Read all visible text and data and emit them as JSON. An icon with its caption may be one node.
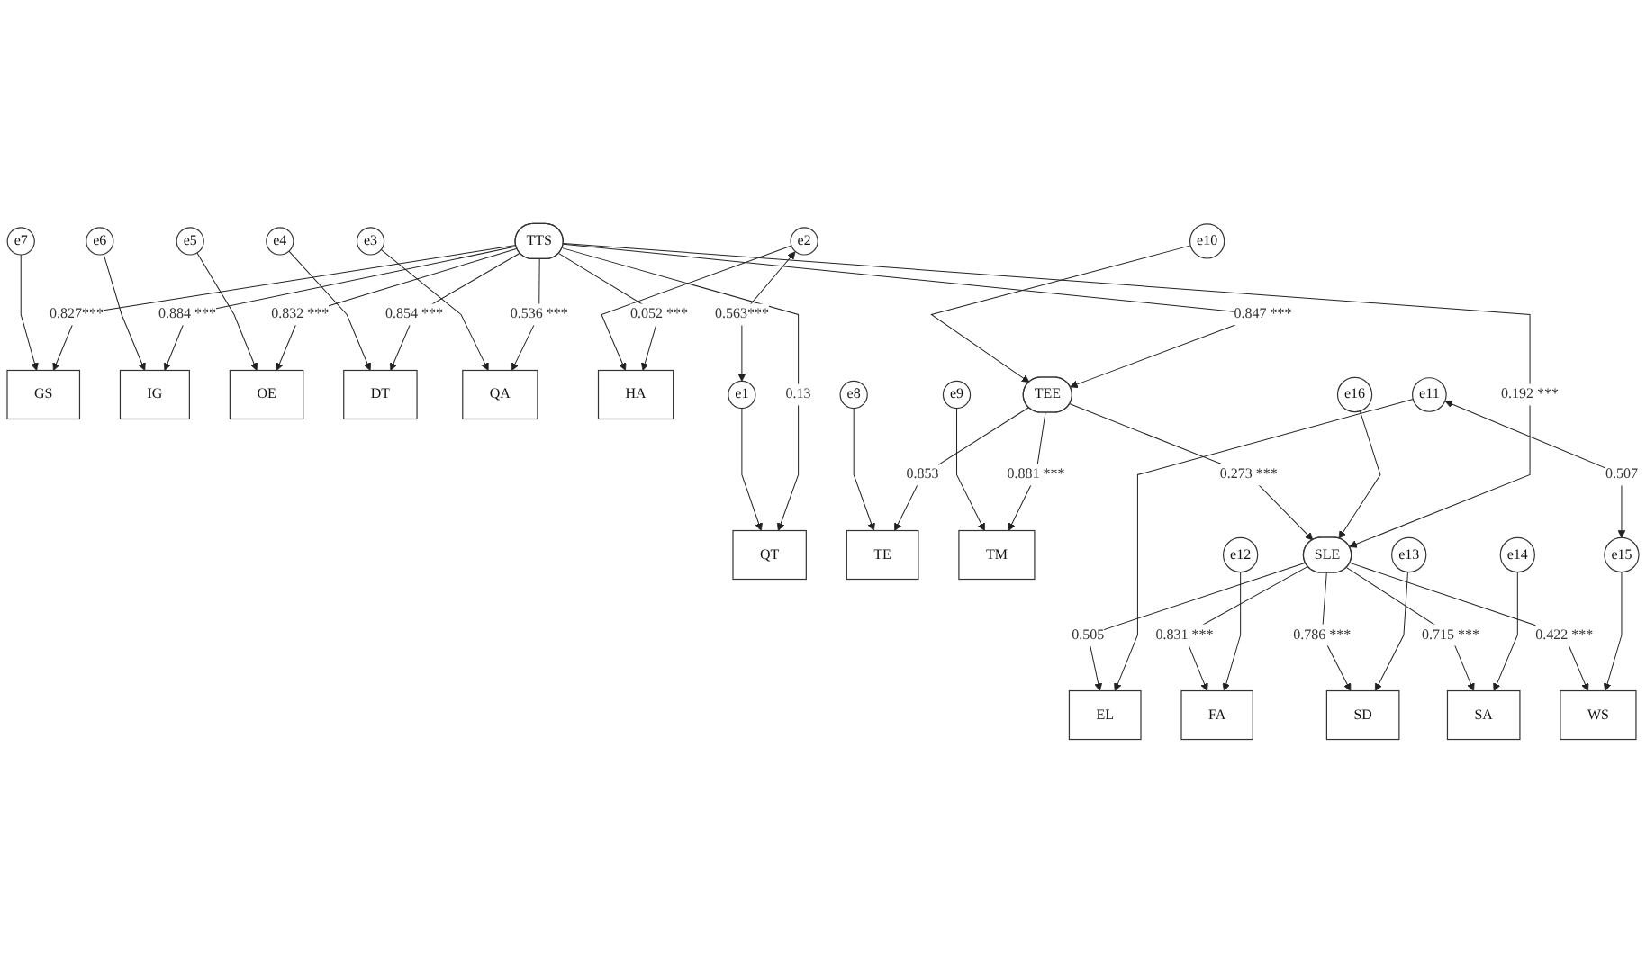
{
  "diagram": {
    "nodes": [
      {
        "text": [
          "e7"
        ]
      },
      {
        "text": [
          "GS"
        ]
      },
      {
        "text": [
          "e6"
        ]
      },
      {
        "text": [
          "IG"
        ]
      },
      {
        "text": [
          "e5"
        ]
      },
      {
        "text": [
          "OE"
        ]
      },
      {
        "text": [
          "e4"
        ]
      },
      {
        "text": [
          "DT"
        ]
      },
      {
        "text": [
          "e3"
        ]
      },
      {
        "text": [
          "QA"
        ]
      },
      {
        "text": [
          "e2"
        ]
      },
      {
        "text": [
          "HA"
        ]
      },
      {
        "text": [
          "e1"
        ]
      },
      {
        "text": [
          "QT"
        ]
      },
      {
        "text": [
          "TTS"
        ]
      },
      {
        "text": [
          "e10"
        ]
      },
      {
        "text": [
          "TEE"
        ]
      },
      {
        "text": [
          "e8"
        ]
      },
      {
        "text": [
          "TE"
        ]
      },
      {
        "text": [
          "e9"
        ]
      },
      {
        "text": [
          "TM"
        ]
      },
      {
        "text": [
          "e16"
        ]
      },
      {
        "text": [
          "SLE"
        ]
      },
      {
        "text": [
          "EL"
        ]
      },
      {
        "text": [
          "e11"
        ]
      },
      {
        "text": [
          "FA"
        ]
      },
      {
        "text": [
          "e12"
        ]
      },
      {
        "text": [
          "SD"
        ]
      },
      {
        "text": [
          "e13"
        ]
      },
      {
        "text": [
          "SA"
        ]
      },
      {
        "text": [
          "e14"
        ]
      },
      {
        "text": [
          "WS"
        ]
      },
      {
        "text": [
          "e15"
        ]
      }
    ],
    "edges": [
      {
        "from": 17,
        "to": 18,
        "arrow": "to"
      },
      {
        "from": 19,
        "to": 20,
        "arrow": "to"
      },
      {
        "from": 16,
        "to": 18,
        "arrow": "to",
        "label": "0.853"
      },
      {
        "from": 16,
        "to": 20,
        "arrow": "to",
        "label": "0.881 ***"
      },
      {
        "from": 15,
        "to": 16,
        "arrow": "to"
      },
      {
        "from": 14,
        "to": 16,
        "arrow": "to",
        "label": "0.847 ***"
      },
      {
        "from": 16,
        "to": 22,
        "arrow": "to",
        "label": "0.273 ***"
      },
      {
        "from": 21,
        "to": 22,
        "arrow": "to"
      },
      {
        "from": 0,
        "to": 1,
        "arrow": "to"
      },
      {
        "from": 2,
        "to": 3,
        "arrow": "to"
      },
      {
        "from": 4,
        "to": 5,
        "arrow": "to"
      },
      {
        "from": 6,
        "to": 7,
        "arrow": "to"
      },
      {
        "from": 8,
        "to": 9,
        "arrow": "to"
      },
      {
        "from": 10,
        "to": 11,
        "arrow": "to"
      },
      {
        "from": 12,
        "to": 13,
        "arrow": "to"
      },
      {
        "from": 14,
        "to": 1,
        "arrow": "to",
        "label": "0.827***"
      },
      {
        "from": 14,
        "to": 3,
        "arrow": "to",
        "label": "0.884 ***"
      },
      {
        "from": 14,
        "to": 5,
        "arrow": "to",
        "label": "0.832 ***"
      },
      {
        "from": 14,
        "to": 7,
        "arrow": "to",
        "label": "0.854 ***"
      },
      {
        "from": 14,
        "to": 9,
        "arrow": "to",
        "label": "0.536 ***"
      },
      {
        "from": 14,
        "to": 11,
        "arrow": "to",
        "label": "0.052 ***"
      },
      {
        "from": 14,
        "to": 13,
        "arrow": "to",
        "label": "0.13"
      },
      {
        "from": 10,
        "to": 12,
        "arrow": "both",
        "label": "0.563***"
      },
      {
        "from": 14,
        "to": 22,
        "arrow": "to",
        "label": "0.192 ***"
      },
      {
        "from": 22,
        "to": 23,
        "arrow": "to",
        "label": "0.505"
      },
      {
        "from": 22,
        "to": 25,
        "arrow": "to",
        "label": "0.831 ***"
      },
      {
        "from": 22,
        "to": 27,
        "arrow": "to",
        "label": "0.786 ***"
      },
      {
        "from": 22,
        "to": 29,
        "arrow": "to",
        "label": "0.715 ***"
      },
      {
        "from": 22,
        "to": 31,
        "arrow": "to",
        "label": "0.422 ***"
      },
      {
        "from": 24,
        "to": 23,
        "arrow": "to"
      },
      {
        "from": 26,
        "to": 25,
        "arrow": "to"
      },
      {
        "from": 28,
        "to": 27,
        "arrow": "to"
      },
      {
        "from": 30,
        "to": 29,
        "arrow": "to"
      },
      {
        "from": 32,
        "to": 31,
        "arrow": "to"
      },
      {
        "from": 24,
        "to": 32,
        "arrow": "both",
        "label": "0.507"
      }
    ]
  }
}
